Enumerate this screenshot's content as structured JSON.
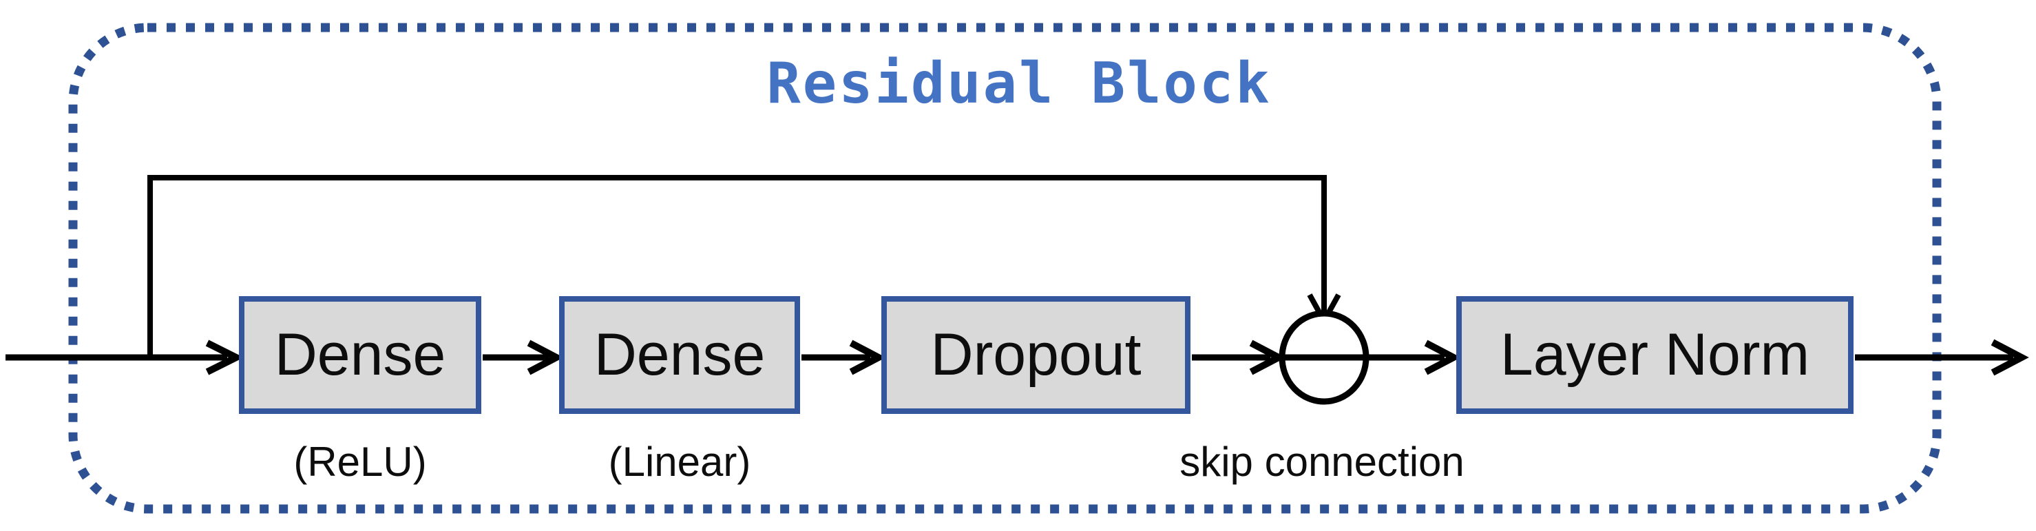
{
  "diagram": {
    "title": "Residual Block",
    "nodes": [
      {
        "label": "Dense",
        "sublabel": "(ReLU)"
      },
      {
        "label": "Dense",
        "sublabel": "(Linear)"
      },
      {
        "label": "Dropout",
        "sublabel": ""
      },
      {
        "label": "Layer Norm",
        "sublabel": ""
      }
    ],
    "operator": {
      "icon": "plus-circle-icon",
      "label": "skip connection"
    },
    "flow": [
      "input",
      "Dense (ReLU)",
      "Dense (Linear)",
      "Dropout",
      "add (skip connection)",
      "Layer Norm",
      "output"
    ],
    "colors": {
      "background": "#ffffff",
      "border_dotted": "#2e5193",
      "box_border": "#33569c",
      "box_fill": "#d9d9d9",
      "title": "#4573c4",
      "line": "#000000"
    }
  }
}
